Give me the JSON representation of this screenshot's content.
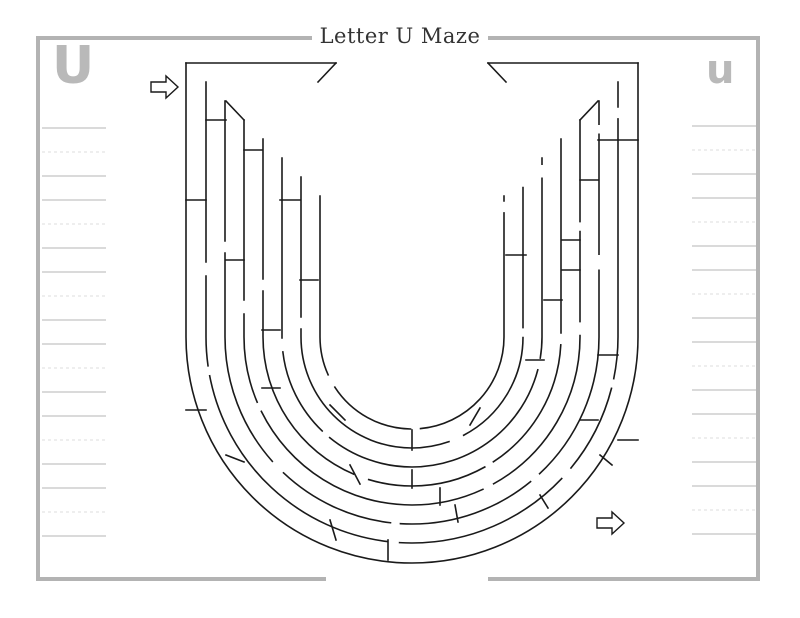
{
  "title": "Letter U Maze",
  "letters": {
    "uppercase": "U",
    "lowercase": "u"
  },
  "icons": {
    "start": "arrow-right-icon",
    "finish": "arrow-right-icon"
  },
  "colors": {
    "frame": "#b3b3b3",
    "maze_line": "#1a1a1a",
    "solid_guide": "#c4c4c4",
    "dashed_guide": "#dddddd",
    "letter": "#b9b9b9",
    "title_text": "#333333"
  }
}
